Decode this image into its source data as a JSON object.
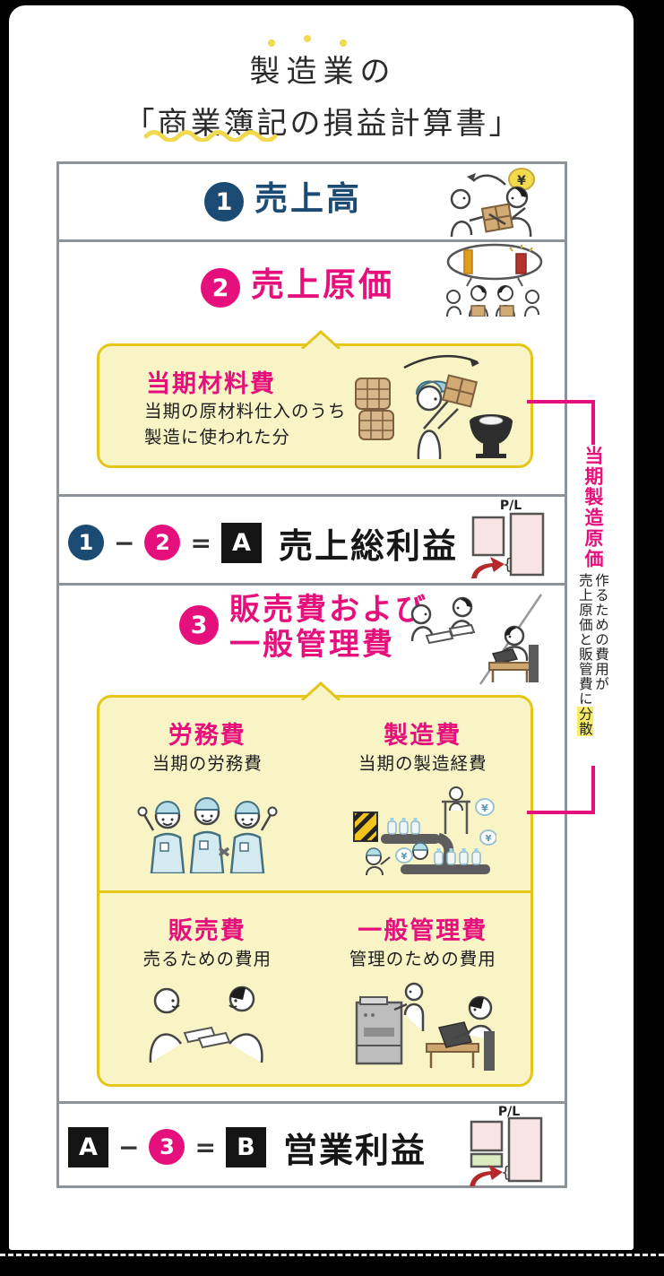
{
  "title": {
    "line1": "製造業の",
    "line2": "「商業簿記の損益計算書」"
  },
  "colors": {
    "blue": "#1b4a73",
    "pink": "#e5107c",
    "yellow_border": "#e6c51b",
    "yellow_fill": "#f9f4c6",
    "gray_border": "#8e9399",
    "highlight": "#f7ec63"
  },
  "sections": {
    "sales": {
      "num": "1",
      "label": "売上高"
    },
    "cogs": {
      "num": "2",
      "label": "売上原価"
    },
    "material": {
      "title": "当期材料費",
      "desc_line1": "当期の原材料仕入のうち",
      "desc_line2": "製造に使われた分"
    },
    "gross": {
      "term1": "1",
      "op": "−",
      "term2": "2",
      "eq": "=",
      "result": "A",
      "label": "売上総利益",
      "pl_label": "P/L"
    },
    "sga": {
      "num": "3",
      "label_line1": "販売費および",
      "label_line2": "一般管理費"
    },
    "labor": {
      "title": "労務費",
      "desc": "当期の労務費"
    },
    "manufacturing": {
      "title": "製造費",
      "desc": "当期の製造経費"
    },
    "selling": {
      "title": "販売費",
      "desc": "売るための費用"
    },
    "admin": {
      "title": "一般管理費",
      "desc": "管理のための費用"
    },
    "operating": {
      "term1": "A",
      "op": "−",
      "term2": "3",
      "eq": "=",
      "result": "B",
      "label": "営業利益",
      "pl_label": "P/L"
    }
  },
  "annotation": {
    "title": "当期製造原価",
    "desc_line1": "作るための費用が",
    "desc_line2": "売上原価と販管費に",
    "highlight": "分散"
  },
  "icons": {
    "yen": "¥",
    "sales": "handing-box-with-yen-bubble",
    "cogs": "thought-bubble-cost-bars",
    "material": "worker-feeding-materials-into-hopper",
    "gross_pl": "pl-statement-sketch",
    "sga": "sales-and-office-people",
    "labor": "three-factory-workers",
    "manufacturing": "conveyor-line-with-yen",
    "selling": "two-people-exchanging-papers",
    "admin": "copier-and-desk-work",
    "operating_pl": "pl-statement-sketch-green"
  }
}
